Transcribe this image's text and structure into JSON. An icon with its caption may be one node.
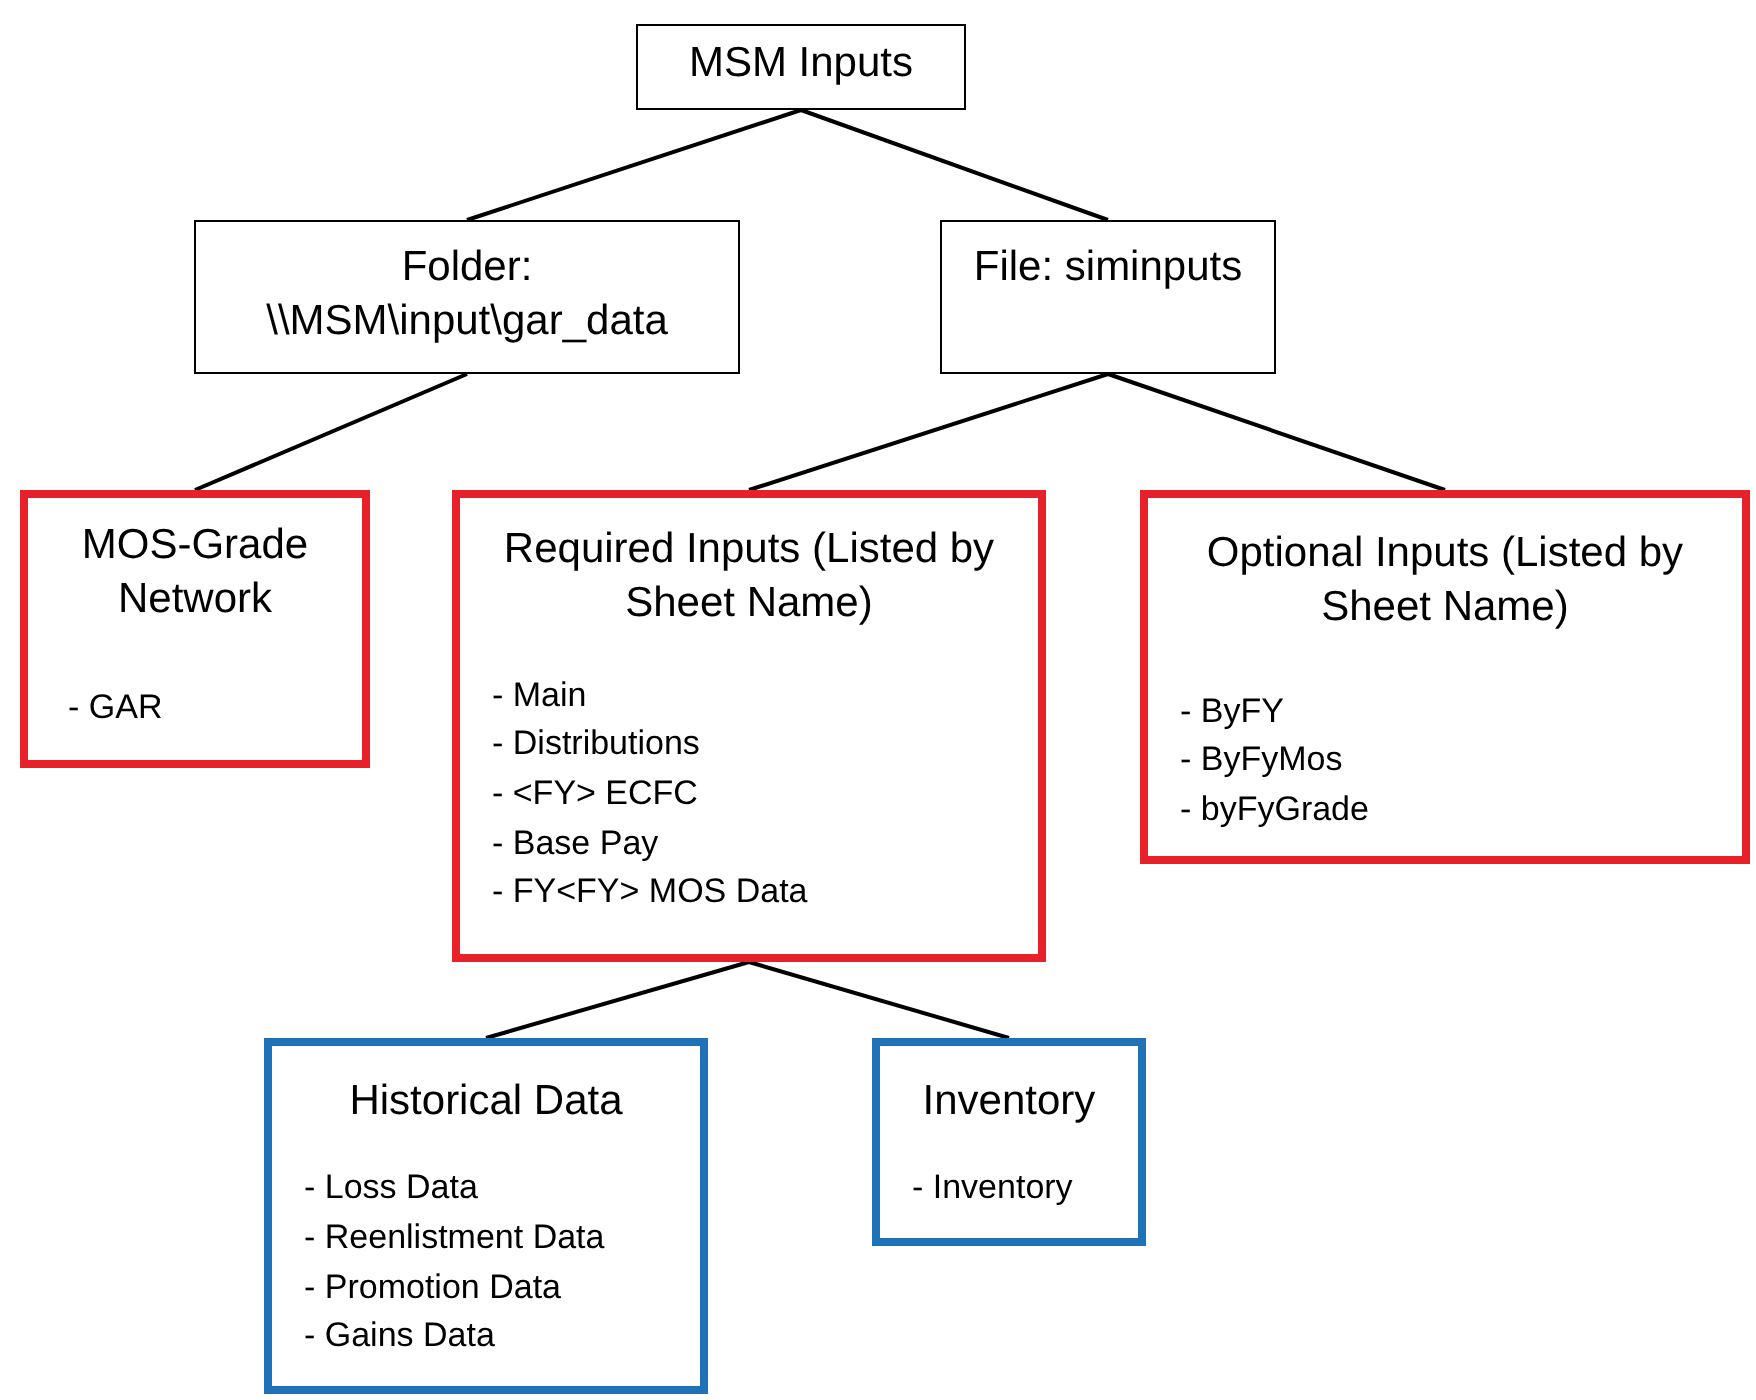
{
  "diagram": {
    "nodes": [
      {
        "text": [
          "MSM Inputs"
        ]
      },
      {
        "text": [
          "Folder: \\\\MSM\\input\\gar_data"
        ]
      },
      {
        "text": [
          "File: siminputs"
        ]
      },
      {
        "text": [
          "MOS-Grade Network",
          "- GAR"
        ]
      },
      {
        "text": [
          "Required Inputs (Listed by Sheet Name)",
          "- Main",
          "- Distributions",
          "- <FY> ECFC",
          "- Base Pay",
          "- FY<FY> MOS Data"
        ]
      },
      {
        "text": [
          "Optional Inputs (Listed by Sheet Name)",
          "- ByFY",
          "- ByFyMos",
          "- byFyGrade"
        ]
      },
      {
        "text": [
          "Historical Data",
          "- Loss Data",
          "- Reenlistment Data",
          "- Promotion Data",
          "- Gains Data"
        ]
      },
      {
        "text": [
          "Inventory",
          "- Inventory"
        ]
      }
    ],
    "edges": [
      {
        "from": 0,
        "to": 1,
        "arrow": "none"
      },
      {
        "from": 0,
        "to": 2,
        "arrow": "none"
      },
      {
        "from": 1,
        "to": 3,
        "arrow": "none"
      },
      {
        "from": 2,
        "to": 4,
        "arrow": "none"
      },
      {
        "from": 2,
        "to": 5,
        "arrow": "none"
      },
      {
        "from": 4,
        "to": 6,
        "arrow": "none"
      },
      {
        "from": 4,
        "to": 7,
        "arrow": "none"
      }
    ]
  }
}
